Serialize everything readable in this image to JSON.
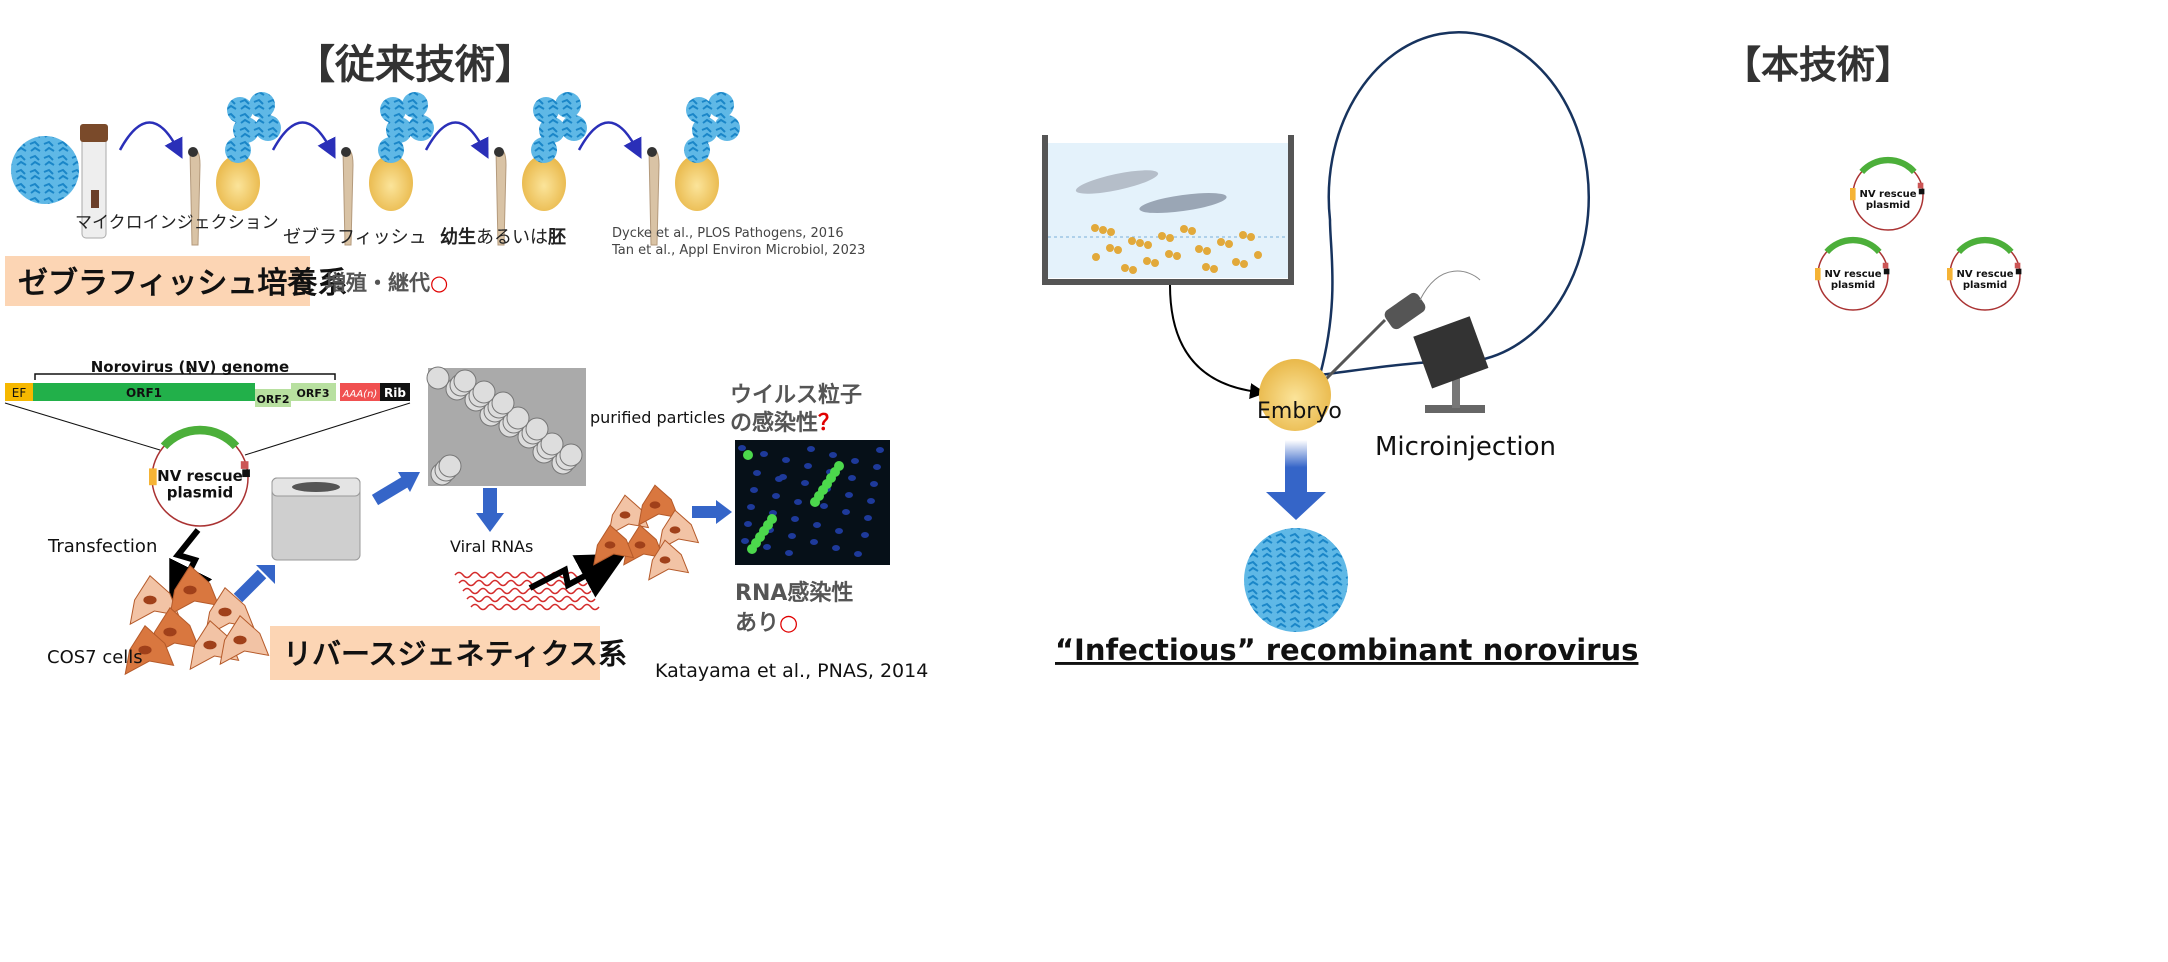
{
  "left": {
    "title": "【従来技術】",
    "zebrafish": {
      "microinjection_label": "マイクロインジェクション",
      "zebrafish_label": "ゼブラフィッシュ",
      "larva_label_bold1": "幼生",
      "larva_label_mid": "あるいは",
      "larva_label_bold2": "胚",
      "citation_1": "Dycke et al., PLOS Pathogens, 2016",
      "citation_2": "Tan et al., Appl Environ Microbiol, 2023",
      "system_label": "ゼブラフィッシュ培養系",
      "result_text": "増殖・継代",
      "result_mark": "○"
    },
    "reverse_genetics": {
      "genome_title": "Norovirus (NV) genome",
      "segments": [
        "EF",
        "ORF1",
        "ORF2",
        "ORF3",
        "AAA(n)",
        "Rib"
      ],
      "plasmid_line1": "NV rescue",
      "plasmid_line2": "plasmid",
      "transfection_label": "Transfection",
      "cells_label": "COS7 cells",
      "purified_label": "purified particles",
      "viral_rna_label": "Viral RNAs",
      "particle_q_line1": "ウイルス粒子",
      "particle_q_line2": "の感染性",
      "particle_q_mark": "？",
      "rna_line1": "RNA感染性",
      "rna_line2": "あり",
      "rna_mark": "○",
      "system_label": "リバースジェネティクス系",
      "citation": "Katayama et al., PNAS, 2014"
    }
  },
  "right": {
    "title": "【本技術】",
    "plasmid_line1": "NV rescue",
    "plasmid_line2": "plasmid",
    "embryo_label": "Embryo",
    "microinjection_label": "Microinjection",
    "result_label": "“Infectious” recombinant norovirus"
  },
  "colors": {
    "system_box": "#fcd5b4",
    "arrow_blue": "#3565c8",
    "mark_red": "#e00000"
  }
}
